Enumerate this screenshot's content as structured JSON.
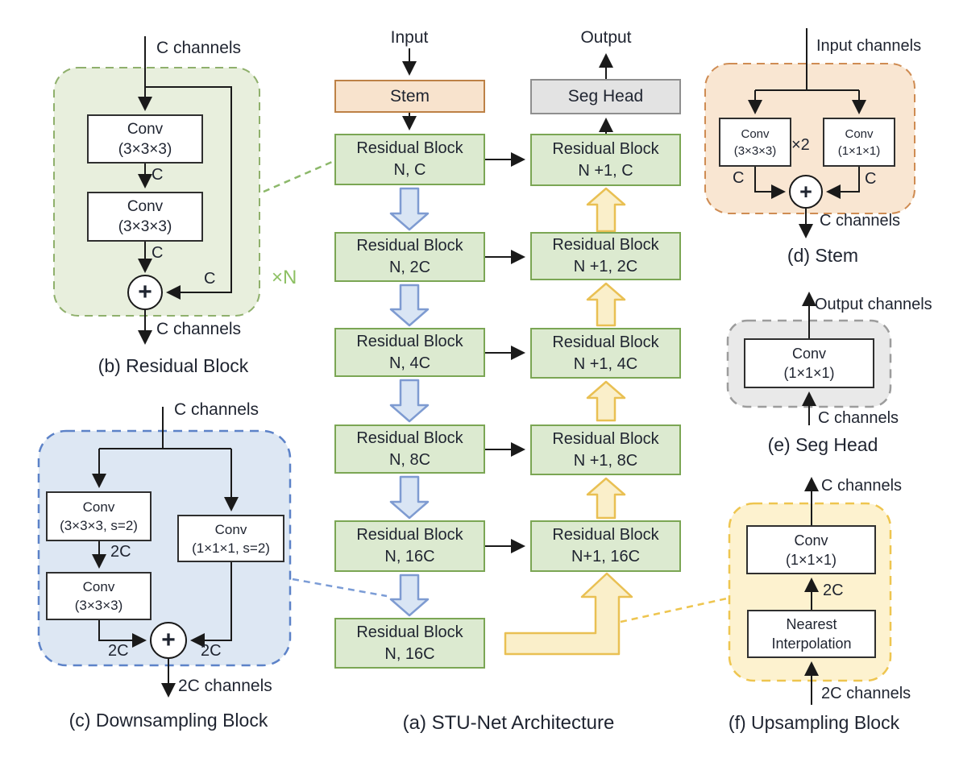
{
  "captions": {
    "a": "(a) STU-Net Architecture",
    "b": "(b) Residual Block",
    "c": "(c) Downsampling Block",
    "d": "(d) Stem",
    "e": "(e) Seg Head",
    "f": "(f) Upsampling Block"
  },
  "architecture": {
    "input_label": "Input",
    "output_label": "Output",
    "stem_label": "Stem",
    "seg_head_label": "Seg Head",
    "encoder": [
      {
        "line1": "Residual Block",
        "line2": "N, C"
      },
      {
        "line1": "Residual Block",
        "line2": "N, 2C"
      },
      {
        "line1": "Residual Block",
        "line2": "N, 4C"
      },
      {
        "line1": "Residual Block",
        "line2": "N, 8C"
      },
      {
        "line1": "Residual Block",
        "line2": "N, 16C"
      },
      {
        "line1": "Residual Block",
        "line2": "N, 16C"
      }
    ],
    "decoder": [
      {
        "line1": "Residual Block",
        "line2": "N +1, C"
      },
      {
        "line1": "Residual Block",
        "line2": "N +1, 2C"
      },
      {
        "line1": "Residual Block",
        "line2": "N +1, 4C"
      },
      {
        "line1": "Residual Block",
        "line2": "N +1, 8C"
      },
      {
        "line1": "Residual Block",
        "line2": "N+1, 16C"
      }
    ]
  },
  "residual_panel": {
    "input_label": "C channels",
    "conv1_line1": "Conv",
    "conv1_line2": "(3×3×3)",
    "mid1_label": "C",
    "conv2_line1": "Conv",
    "conv2_line2": "(3×3×3)",
    "mid2_label": "C",
    "skip_label": "C",
    "repeat_label": "×N",
    "plus": "+",
    "output_label": "C channels"
  },
  "downsampling_panel": {
    "input_label": "C channels",
    "conv1_line1": "Conv",
    "conv1_line2": "(3×3×3, s=2)",
    "mid_label": "2C",
    "conv2_line1": "Conv",
    "conv2_line2": "(3×3×3)",
    "skip_conv_line1": "Conv",
    "skip_conv_line2": "(1×1×1, s=2)",
    "left_label": "2C",
    "right_label": "2C",
    "plus": "+",
    "output_label": "2C channels"
  },
  "stem_panel": {
    "input_label": "Input channels",
    "conv_left_line1": "Conv",
    "conv_left_line2": "(3×3×3)",
    "repeat_label": "×2",
    "conv_right_line1": "Conv",
    "conv_right_line2": "(1×1×1)",
    "left_label": "C",
    "right_label": "C",
    "plus": "+",
    "output_label": "C channels"
  },
  "seg_head_panel": {
    "output_label": "Output channels",
    "conv_line1": "Conv",
    "conv_line2": "(1×1×1)",
    "input_label": "C channels"
  },
  "upsampling_panel": {
    "output_label": "C channels",
    "conv_line1": "Conv",
    "conv_line2": "(1×1×1)",
    "mid_label": "2C",
    "interp_line1": "Nearest",
    "interp_line2": "Interpolation",
    "input_label": "2C channels"
  },
  "colors": {
    "residual_fill": "#dcead0",
    "residual_border": "#7ba654",
    "residual_panel_fill": "#e8efdd",
    "residual_panel_border": "#8fb06c",
    "stem_fill": "#f8e3cd",
    "stem_border": "#bd8146",
    "stem_panel_fill": "#f9e6d2",
    "stem_panel_border": "#cf8c53",
    "seg_head_fill": "#e3e3e3",
    "seg_head_border": "#8f8f8f",
    "downsample_arrow_fill": "#d9e5f4",
    "downsample_arrow_border": "#7e9bd1",
    "downsample_panel_fill": "#dde7f3",
    "downsample_panel_border": "#5c82c8",
    "upsample_arrow_fill": "#faefca",
    "upsample_arrow_border": "#e9c053",
    "upsample_panel_fill": "#fdf2cf",
    "upsample_panel_border": "#eec54f",
    "repeat_n_text": "#8dc063",
    "line": "#1a1a1a",
    "text": "#1f2430"
  }
}
